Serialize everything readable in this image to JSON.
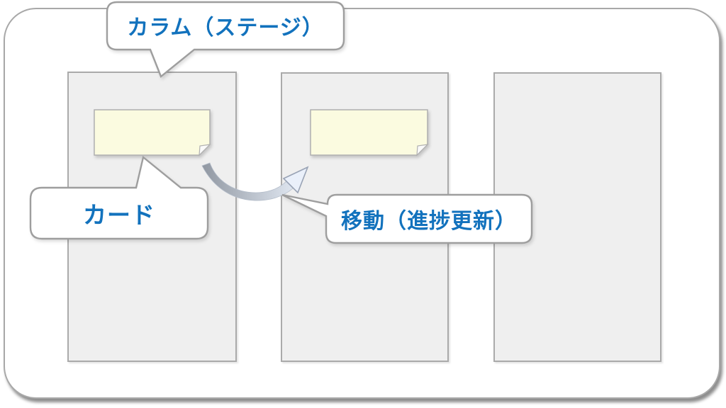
{
  "diagram_type": "kanban-board-explainer",
  "callouts": {
    "column": {
      "label": "カラム（ステージ）",
      "points_to": "column-1"
    },
    "card": {
      "label": "カード",
      "points_to": "card-1"
    },
    "move": {
      "label": "移動（進捗更新）",
      "points_to": "move-arrow"
    }
  },
  "columns": [
    {
      "id": "column-1"
    },
    {
      "id": "column-2"
    },
    {
      "id": "column-3"
    }
  ],
  "cards": [
    {
      "id": "card-1",
      "column": "column-1"
    },
    {
      "id": "card-2",
      "column": "column-2"
    }
  ],
  "icons": [
    {
      "name": "move-arrow-icon",
      "meaning": "card moves from column-1 to column-2"
    }
  ],
  "colors": {
    "label_text": "#1272bd",
    "callout_fill": "#ffffff",
    "callout_border": "#9e9e9e",
    "board_fill": "#ffffff",
    "board_border": "#a8a8a8",
    "board_shadow": "#8d8d8d",
    "column_fill": "#efefef",
    "column_border": "#aaaaaa",
    "note_fill": "#fbfbe0",
    "note_border": "#b0b0b0",
    "arrow_gradient_start": "#8f96a0",
    "arrow_gradient_end": "#e2e9f3",
    "arrowhead_fill": "#eaf0fa",
    "arrowhead_border": "#99a3b5"
  }
}
